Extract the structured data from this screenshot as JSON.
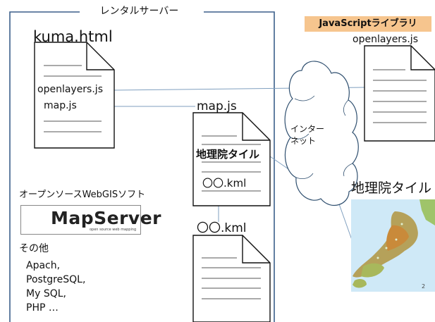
{
  "server_box": {
    "title": "レンタルサーバー"
  },
  "kuma_doc": {
    "filename": "kuma.html",
    "links": [
      "openlayers.js",
      "map.js"
    ]
  },
  "map_doc": {
    "filename": "map.js",
    "contents": [
      "地理院タイル",
      "〇〇.kml"
    ]
  },
  "kml_doc": {
    "filename": "〇〇.kml"
  },
  "oss": {
    "label": "オープンソースWebGISソフト",
    "logo_text": "MapServer",
    "logo_tagline": "open source web mapping"
  },
  "others": {
    "title": "その他",
    "items": [
      "Apach,",
      "PostgreSQL,",
      "My SQL,",
      "PHP …"
    ]
  },
  "internet": {
    "label": "インター\nネット"
  },
  "js_library": {
    "badge": "JavaScriptライブラリ",
    "filename": "openlayers.js"
  },
  "gsi_tile": {
    "title": "地理院タイル"
  },
  "colors": {
    "badge_bg": "#f6c58e",
    "connector": "#7f9fbf",
    "box_border": "#3b5f8a"
  }
}
